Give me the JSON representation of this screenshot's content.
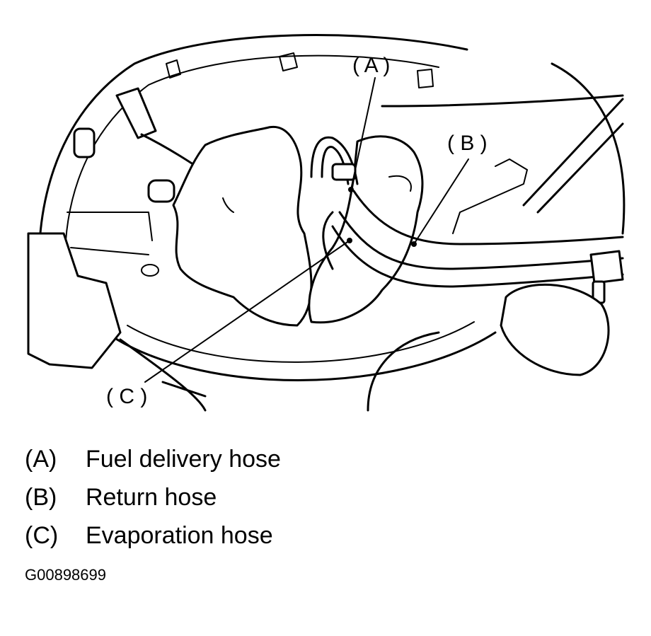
{
  "callouts": {
    "a": "( A )",
    "b": "( B )",
    "c": "( C )"
  },
  "legend": [
    {
      "key": "(A)",
      "label": "Fuel delivery hose"
    },
    {
      "key": "(B)",
      "label": "Return hose"
    },
    {
      "key": "(C)",
      "label": "Evaporation hose"
    }
  ],
  "figure_id": "G00898699"
}
